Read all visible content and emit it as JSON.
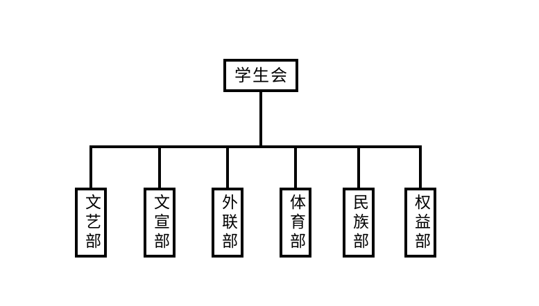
{
  "diagram": {
    "type": "org-chart",
    "root": {
      "label": "学生会"
    },
    "departments": [
      {
        "label": "文艺部"
      },
      {
        "label": "文宣部"
      },
      {
        "label": "外联部"
      },
      {
        "label": "体育部"
      },
      {
        "label": "民族部"
      },
      {
        "label": "权益部"
      }
    ],
    "colors": {
      "background": "#ffffff",
      "line": "#000000",
      "box_border": "#000000",
      "text": "#000000"
    }
  }
}
